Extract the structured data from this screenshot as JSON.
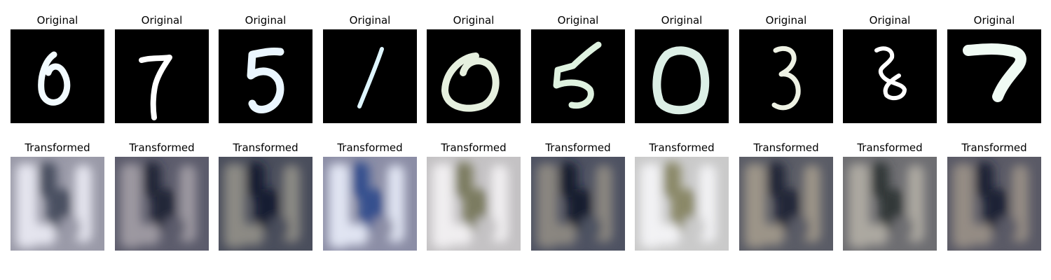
{
  "figure": {
    "rows": [
      {
        "row_id": "original",
        "tiles": [
          {
            "title": "Original",
            "digit": "0",
            "tint": "#f2fbff"
          },
          {
            "title": "Original",
            "digit": "7",
            "tint": "#ffffff"
          },
          {
            "title": "Original",
            "digit": "5",
            "tint": "#eaf6ff"
          },
          {
            "title": "Original",
            "digit": "1",
            "tint": "#dff6ff"
          },
          {
            "title": "Original",
            "digit": "0",
            "tint": "#e6f0df"
          },
          {
            "title": "Original",
            "digit": "5",
            "tint": "#dff2e0"
          },
          {
            "title": "Original",
            "digit": "0",
            "tint": "#dcefe6"
          },
          {
            "title": "Original",
            "digit": "3",
            "tint": "#eef2e4"
          },
          {
            "title": "Original",
            "digit": "8",
            "tint": "#ffffff"
          },
          {
            "title": "Original",
            "digit": "7",
            "tint": "#f0fbf4"
          }
        ]
      },
      {
        "row_id": "transformed",
        "tiles": [
          {
            "title": "Transformed",
            "bg": "#9a9aa8",
            "dark": "#4a5060",
            "light": "#e4e4ee"
          },
          {
            "title": "Transformed",
            "bg": "#5c5c6c",
            "dark": "#202638",
            "light": "#9c98a0"
          },
          {
            "title": "Transformed",
            "bg": "#4a4e5c",
            "dark": "#161c30",
            "light": "#8c8a84"
          },
          {
            "title": "Transformed",
            "bg": "#8c8ea6",
            "dark": "#36508e",
            "light": "#e0e4f2"
          },
          {
            "title": "Transformed",
            "bg": "#c4c2c4",
            "dark": "#7c7c60",
            "light": "#f0eef0"
          },
          {
            "title": "Transformed",
            "bg": "#4e5262",
            "dark": "#161c2e",
            "light": "#8a8680"
          },
          {
            "title": "Transformed",
            "bg": "#cacaca",
            "dark": "#8a8868",
            "light": "#f2f2f4"
          },
          {
            "title": "Transformed",
            "bg": "#5a5c66",
            "dark": "#202838",
            "light": "#9c9488"
          },
          {
            "title": "Transformed",
            "bg": "#6e6e72",
            "dark": "#303838",
            "light": "#aca8a0"
          },
          {
            "title": "Transformed",
            "bg": "#5a5a66",
            "dark": "#1e2436",
            "light": "#948c84"
          }
        ]
      }
    ]
  }
}
